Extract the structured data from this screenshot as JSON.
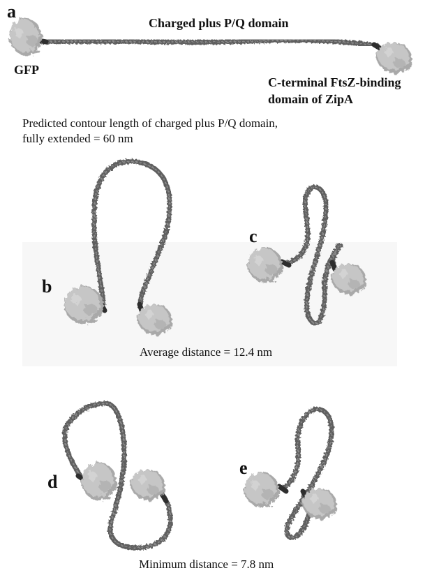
{
  "panel_a": {
    "letter": "a",
    "domain_label": "Charged plus P/Q domain",
    "gfp_label": "GFP",
    "cterm_label_line1": "C-terminal FtsZ-binding",
    "cterm_label_line2": "domain of ZipA",
    "contour_line1": "Predicted contour length of charged plus P/Q domain,",
    "contour_line2": "fully extended  = 60 nm"
  },
  "panels": {
    "b": "b",
    "c": "c",
    "d": "d",
    "e": "e"
  },
  "captions": {
    "average": "Average distance  = 12.4 nm",
    "minimum": "Minimum distance = 7.8 nm"
  },
  "colors": {
    "chain": "#5e5e5e",
    "chain_highlight": "#8a8a8a",
    "protein": "#c6c6c6",
    "protein_shade": "#a9a9a9",
    "linker": "#2e2e2e",
    "panel_background": "#f7f7f7"
  }
}
